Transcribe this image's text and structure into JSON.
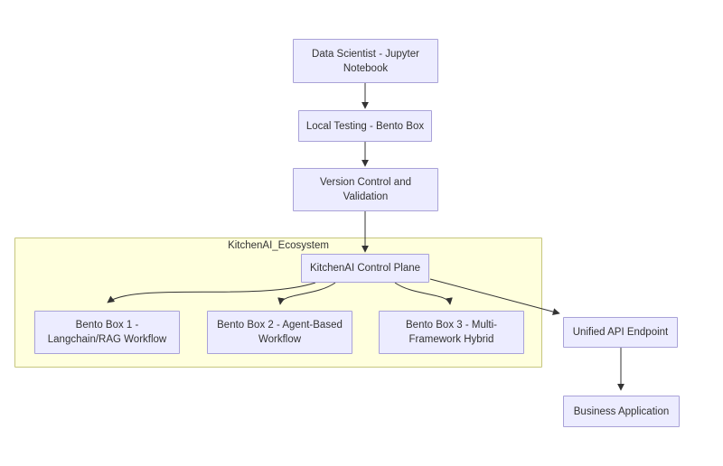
{
  "diagram": {
    "type": "flowchart",
    "cluster_label": "KitchenAI_Ecosystem",
    "nodes": {
      "data_scientist": {
        "label": "Data Scientist - Jupyter\nNotebook"
      },
      "local_testing": {
        "label": "Local Testing - Bento Box"
      },
      "version_control": {
        "label": "Version Control and\nValidation"
      },
      "control_plane": {
        "label": "KitchenAI Control Plane"
      },
      "bento1": {
        "label": "Bento Box 1 -\nLangchain/RAG Workflow"
      },
      "bento2": {
        "label": "Bento Box 2 - Agent-Based\nWorkflow"
      },
      "bento3": {
        "label": "Bento Box 3 - Multi-\nFramework Hybrid"
      },
      "unified_api": {
        "label": "Unified API Endpoint"
      },
      "business_app": {
        "label": "Business Application"
      }
    },
    "edges": [
      {
        "from": "data_scientist",
        "to": "local_testing"
      },
      {
        "from": "local_testing",
        "to": "version_control"
      },
      {
        "from": "version_control",
        "to": "control_plane"
      },
      {
        "from": "control_plane",
        "to": "bento1"
      },
      {
        "from": "control_plane",
        "to": "bento2"
      },
      {
        "from": "control_plane",
        "to": "bento3"
      },
      {
        "from": "control_plane",
        "to": "unified_api"
      },
      {
        "from": "unified_api",
        "to": "business_app"
      }
    ],
    "colors": {
      "node_fill": "#ececff",
      "node_border": "#a9a2d8",
      "cluster_fill": "#ffffde",
      "cluster_border": "#c6c67e",
      "edge": "#333333",
      "text": "#333333",
      "background": "#ffffff"
    }
  }
}
